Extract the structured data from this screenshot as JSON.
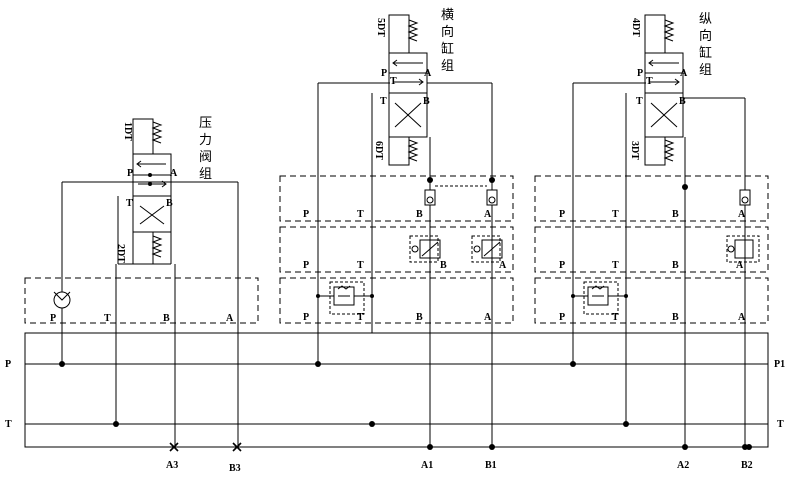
{
  "groups": {
    "pressure": {
      "title": [
        "压",
        "力",
        "阀",
        "组"
      ],
      "coil_top": "1DT",
      "coil_bottom": "2DT",
      "valve_ports_top": [
        "P",
        "A"
      ],
      "valve_ports_bottom": [
        "T",
        "B"
      ],
      "base_ports": [
        "P",
        "T",
        "B",
        "A"
      ]
    },
    "transverse": {
      "title": [
        "横",
        "向",
        "缸",
        "组"
      ],
      "coil_top": "5DT",
      "coil_bottom": "6DT",
      "valve_ports_top": [
        "P",
        "T",
        "A"
      ],
      "valve_ports_bottom": [
        "T",
        "B"
      ],
      "plates": [
        [
          "P",
          "T",
          "B",
          "A"
        ],
        [
          "P",
          "T",
          "B",
          "A"
        ],
        [
          "P",
          "T",
          "B",
          "A"
        ]
      ]
    },
    "longitudinal": {
      "title": [
        "纵",
        "向",
        "缸",
        "组"
      ],
      "coil_top": "4DT",
      "coil_bottom": "3DT",
      "valve_ports_top": [
        "P",
        "T",
        "A"
      ],
      "valve_ports_bottom": [
        "T",
        "B"
      ],
      "plates": [
        [
          "P",
          "T",
          "B",
          "A"
        ],
        [
          "P",
          "T",
          "B",
          "A"
        ],
        [
          "P",
          "T",
          "B",
          "A"
        ]
      ]
    }
  },
  "bus": {
    "p_left": "P",
    "p_right": "P1",
    "t_left": "T",
    "t_right": "T",
    "outlets": [
      "A3",
      "B3",
      "A1",
      "B1",
      "A2",
      "B2"
    ]
  }
}
